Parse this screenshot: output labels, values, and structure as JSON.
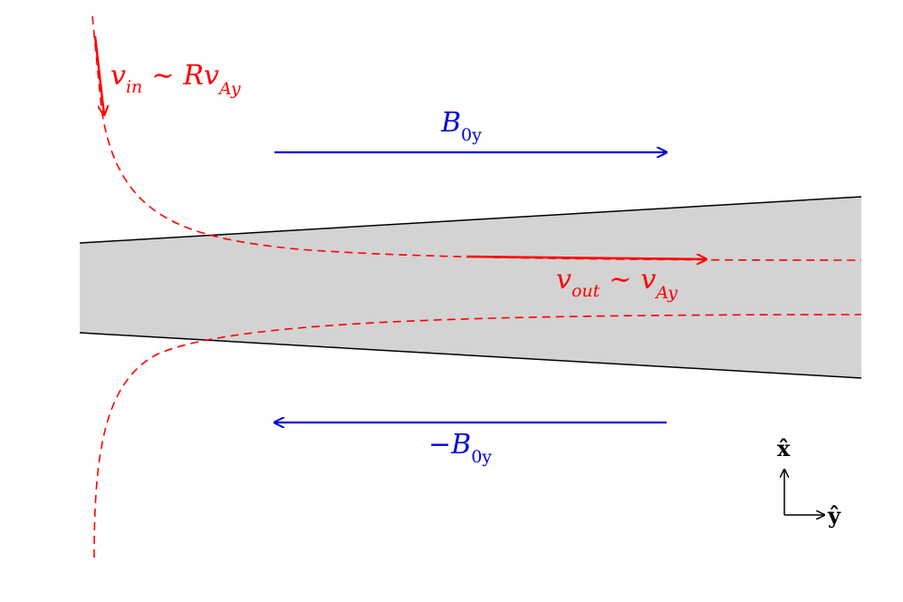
{
  "colors": {
    "flow": "#ff0000",
    "field": "#0000dd",
    "sheet_fill": "#d3d3d3",
    "sheet_edge": "#000000",
    "axes": "#000000"
  },
  "labels": {
    "v_in": {
      "v": "v",
      "sub": "in",
      "sim": "∼",
      "R": "R",
      "v2": "v",
      "sub2": "Ay"
    },
    "v_out": {
      "v": "v",
      "sub": "out",
      "sim": "∼",
      "v2": "v",
      "sub2": "Ay"
    },
    "b_top": {
      "B": "B",
      "sub": "0y"
    },
    "b_bottom": {
      "minus": "−",
      "B": "B",
      "sub": "0y"
    },
    "axis_x": "x̂",
    "axis_y": "ŷ"
  }
}
